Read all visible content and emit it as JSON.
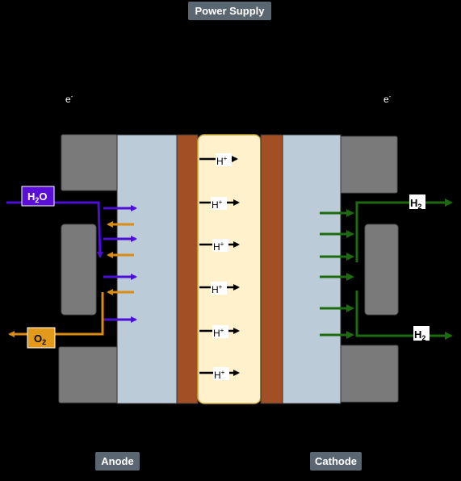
{
  "title": "Power Supply",
  "electrons": {
    "left": {
      "base": "e",
      "sup": "-"
    },
    "right": {
      "base": "e",
      "sup": "-"
    }
  },
  "electrodes": {
    "anode": "Anode",
    "cathode": "Cathode"
  },
  "inputs": {
    "water": {
      "base": "H",
      "sub": "2",
      "tail": "O"
    }
  },
  "outputs": {
    "oxygen": {
      "base": "O",
      "sub": "2"
    },
    "hydrogen_top": {
      "base": "H",
      "sub": "2"
    },
    "hydrogen_bottom": {
      "base": "H",
      "sub": "2"
    }
  },
  "protons": {
    "base": "H",
    "sup": "+",
    "count": 6
  },
  "colors": {
    "water_arrow": "#4b0fd6",
    "oxygen_arrow": "#d98b12",
    "hydrogen_arrow": "#1e6b0f",
    "proton_arrow": "#000000",
    "electrode": "#bccbd8",
    "membrane_frame": "#a24f26",
    "electrolyte": "#fff1cc",
    "end_plate": "#7a7a7a",
    "label_bg": "#5b6673"
  }
}
